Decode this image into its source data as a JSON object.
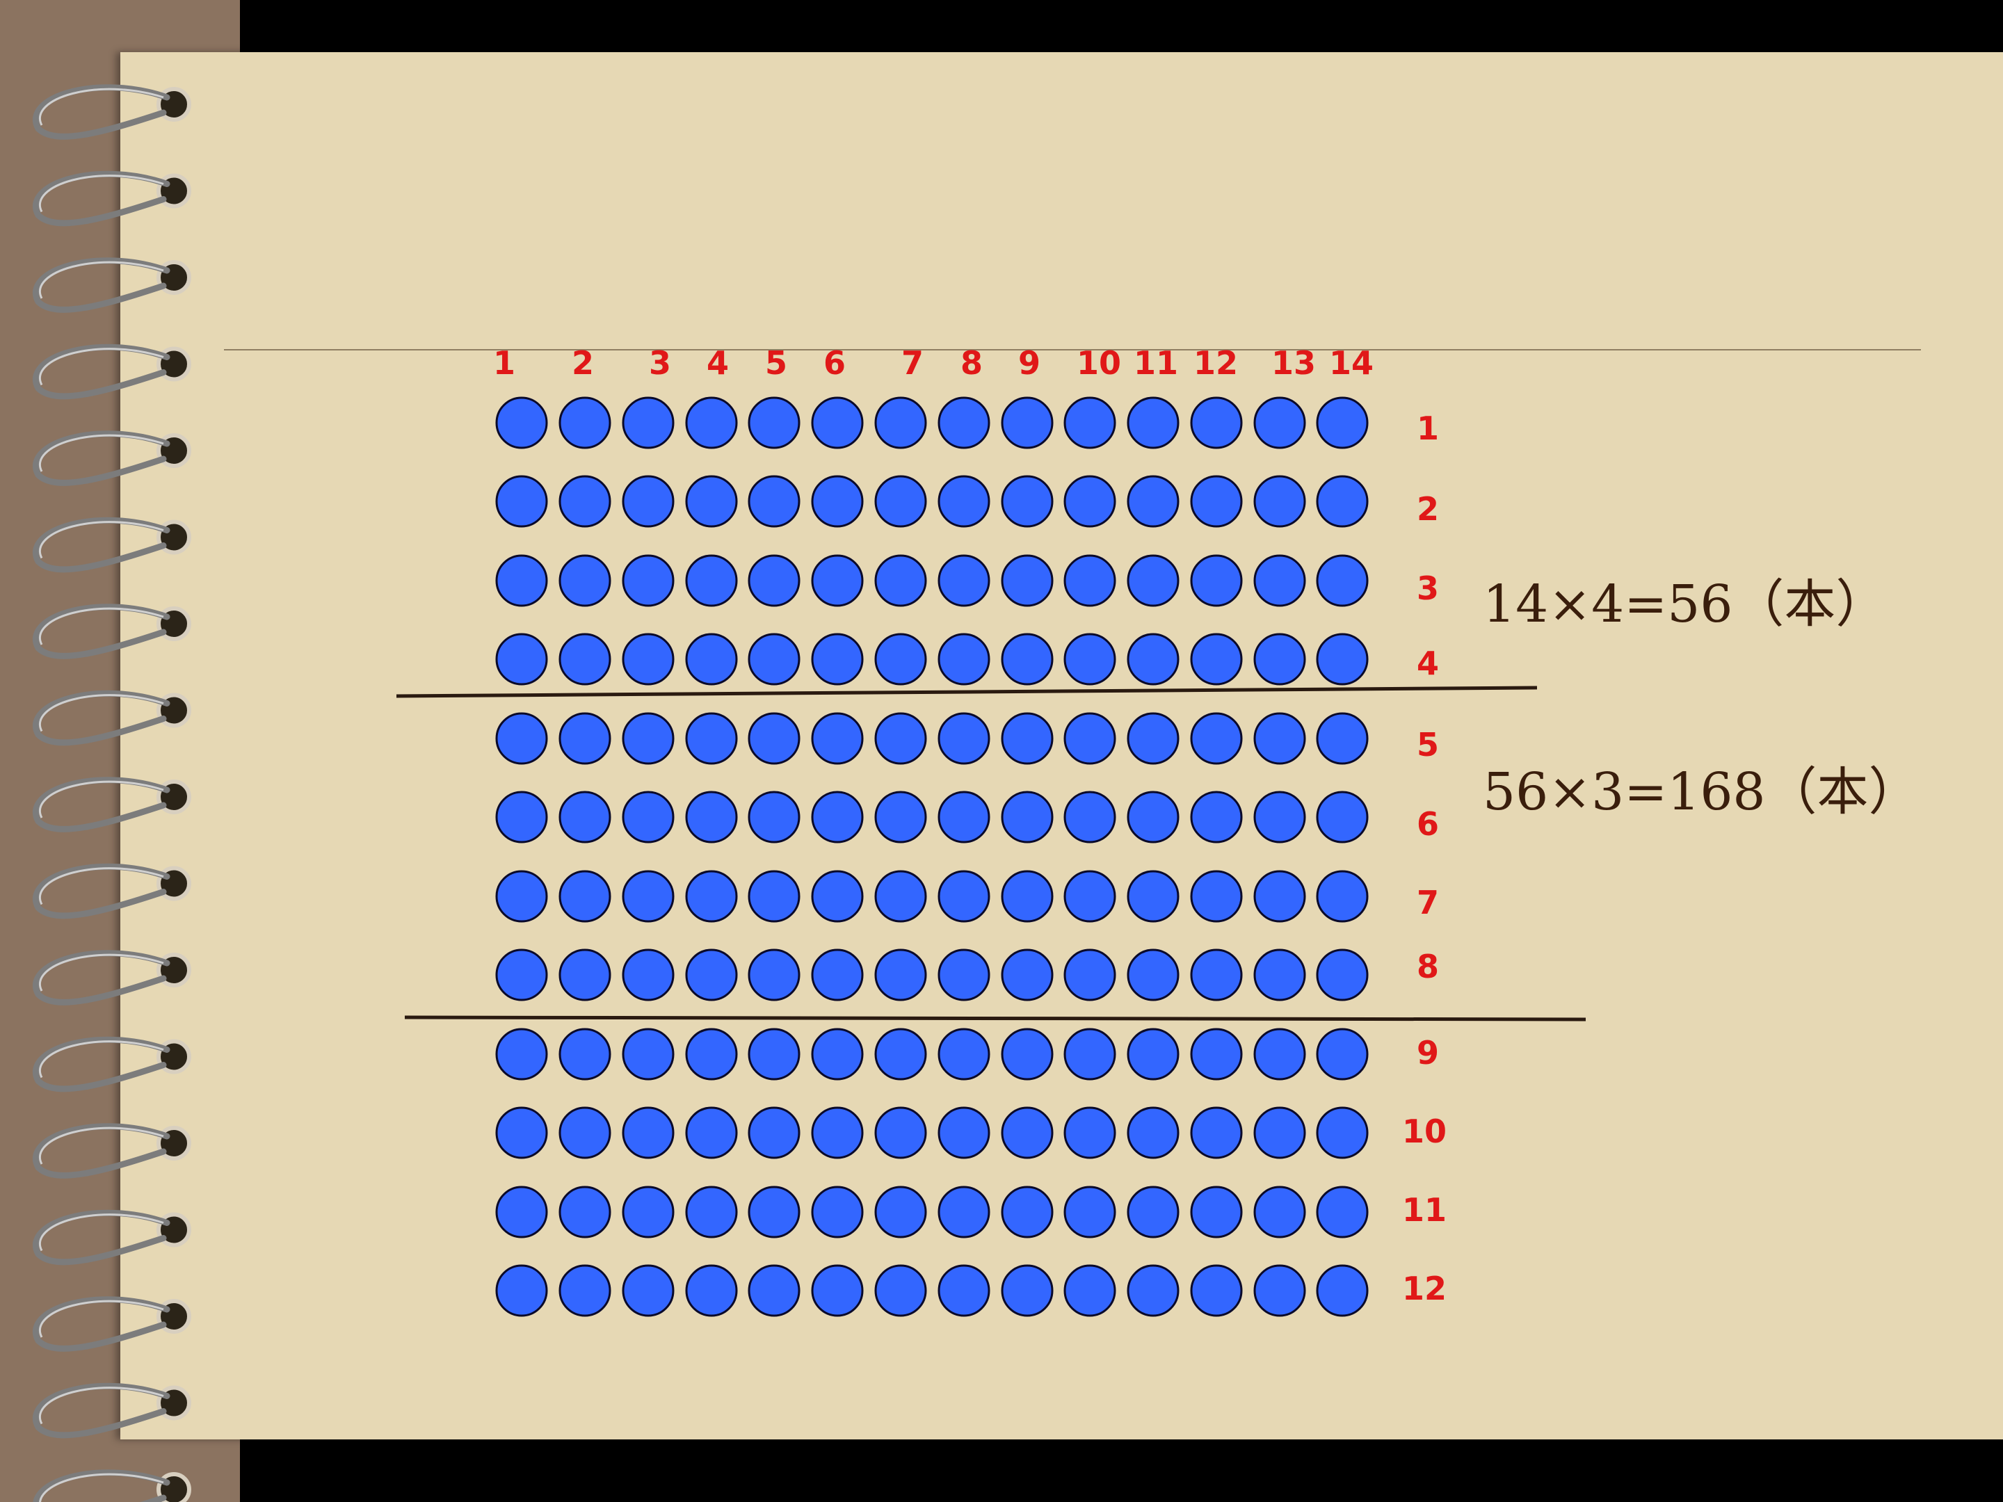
{
  "column_labels": [
    "1",
    "2",
    "3",
    "4",
    "5",
    "6",
    "7",
    "8",
    "9",
    "10",
    "11",
    "12",
    "13",
    "14"
  ],
  "row_labels": [
    "1",
    "2",
    "3",
    "4",
    "5",
    "6",
    "7",
    "8",
    "9",
    "10",
    "11",
    "12"
  ],
  "dot_grid": {
    "rows": 12,
    "columns": 14
  },
  "equations": {
    "first": "14×4=56（本）",
    "second": "56×3=168（本）"
  },
  "colors": {
    "dot_fill": "#3366ff",
    "dot_stroke": "#0a0a2a",
    "label_red": "#e01818",
    "equation_text": "#3a1e0c",
    "paper": "#e6d8b4",
    "binding": "#8b7360"
  },
  "icons": [
    "spiral-ring-icon"
  ]
}
